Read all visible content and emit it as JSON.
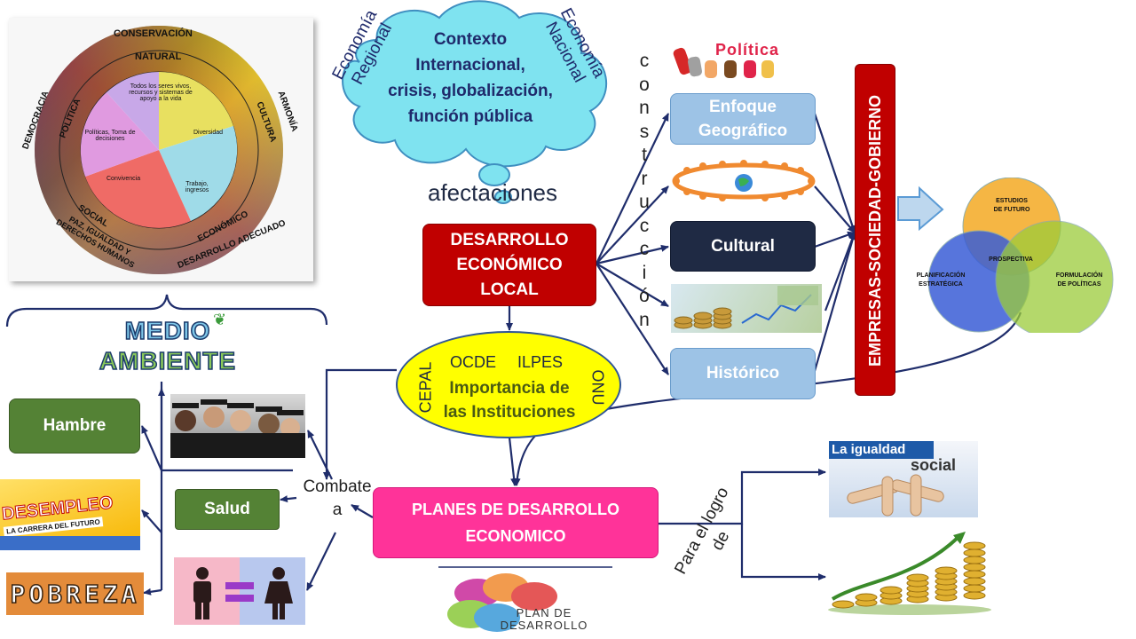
{
  "wheel": {
    "rings": [
      "CONSERVACIÓN",
      "NATURAL",
      "ARMONÍA",
      "CULTURA",
      "DESARROLLO ADECUADO",
      "ECONÓMICO",
      "PAZ, IGUALDAD Y DERECHOS HUMANOS",
      "SOCIAL",
      "DEMOCRACIA",
      "POLÍTICA"
    ],
    "sectors": [
      "Todos los seres vivos, recursos y sistemas de apoyo a la vida",
      "Diversidad",
      "Trabajo, ingresos",
      "Convivencia",
      "Políticas, Toma de decisiones"
    ]
  },
  "cloud": {
    "main_lines": [
      "Contexto",
      "Internacional,",
      "crisis, globalización,",
      "función pública"
    ],
    "left_label": [
      "Economía",
      "Regional"
    ],
    "right_label": [
      "Economía",
      "Nacional"
    ]
  },
  "afectaciones": "afectaciones",
  "construccion_letters": [
    "c",
    "o",
    "n",
    "s",
    "t",
    "r",
    "u",
    "c",
    "c",
    "i",
    "ó",
    "n"
  ],
  "desarrollo_local": [
    "DESARROLLO",
    "ECONÓMICO",
    "LOCAL"
  ],
  "instituciones": {
    "top_left": "OCDE",
    "top_right": "ILPES",
    "left": "CEPAL",
    "right": "ONU",
    "lines": [
      "Importancia de",
      "las Instituciones"
    ]
  },
  "planes": [
    "PLANES DE DESARROLLO",
    "ECONOMICO"
  ],
  "combate": [
    "Combate",
    "a"
  ],
  "para_logro": [
    "Para el logro",
    "de"
  ],
  "hambre": "Hambre",
  "salud": "Salud",
  "medio_ambiente": [
    "MEDIO",
    "AMBIENTE"
  ],
  "desempleo": {
    "title": "DESEMPLEO",
    "subtitle": "LA CARRERA DEL FUTURO"
  },
  "pobreza": "POBREZA",
  "politica": "Política",
  "enfoques": {
    "geografico": [
      "Enfoque",
      "Geográfico"
    ],
    "cultural": "Cultural",
    "historico": "Histórico"
  },
  "vertical_bar": "EMPRESAS-SOCIEDAD-GOBIERNO",
  "venn": {
    "top": [
      "ESTUDIOS",
      "DE FUTURO"
    ],
    "left": [
      "PLANIFICACIÓN",
      "ESTRATÉGICA"
    ],
    "right": [
      "FORMULACIÓN",
      "DE POLÍTICAS"
    ],
    "center": "PROSPECTIVA"
  },
  "igualdad": {
    "line1": "La igualdad",
    "line2": "social"
  },
  "plan_logo": [
    "PLAN DE",
    "DESARROLLO"
  ],
  "colors": {
    "red": "#c00000",
    "pink": "#ff3399",
    "green": "#548235",
    "navy": "#1f2a44",
    "light_blue": "#9dc3e6",
    "yellow": "#ffff00",
    "cloud": "#7fe3f0",
    "arrow": "#1f2d6b"
  }
}
